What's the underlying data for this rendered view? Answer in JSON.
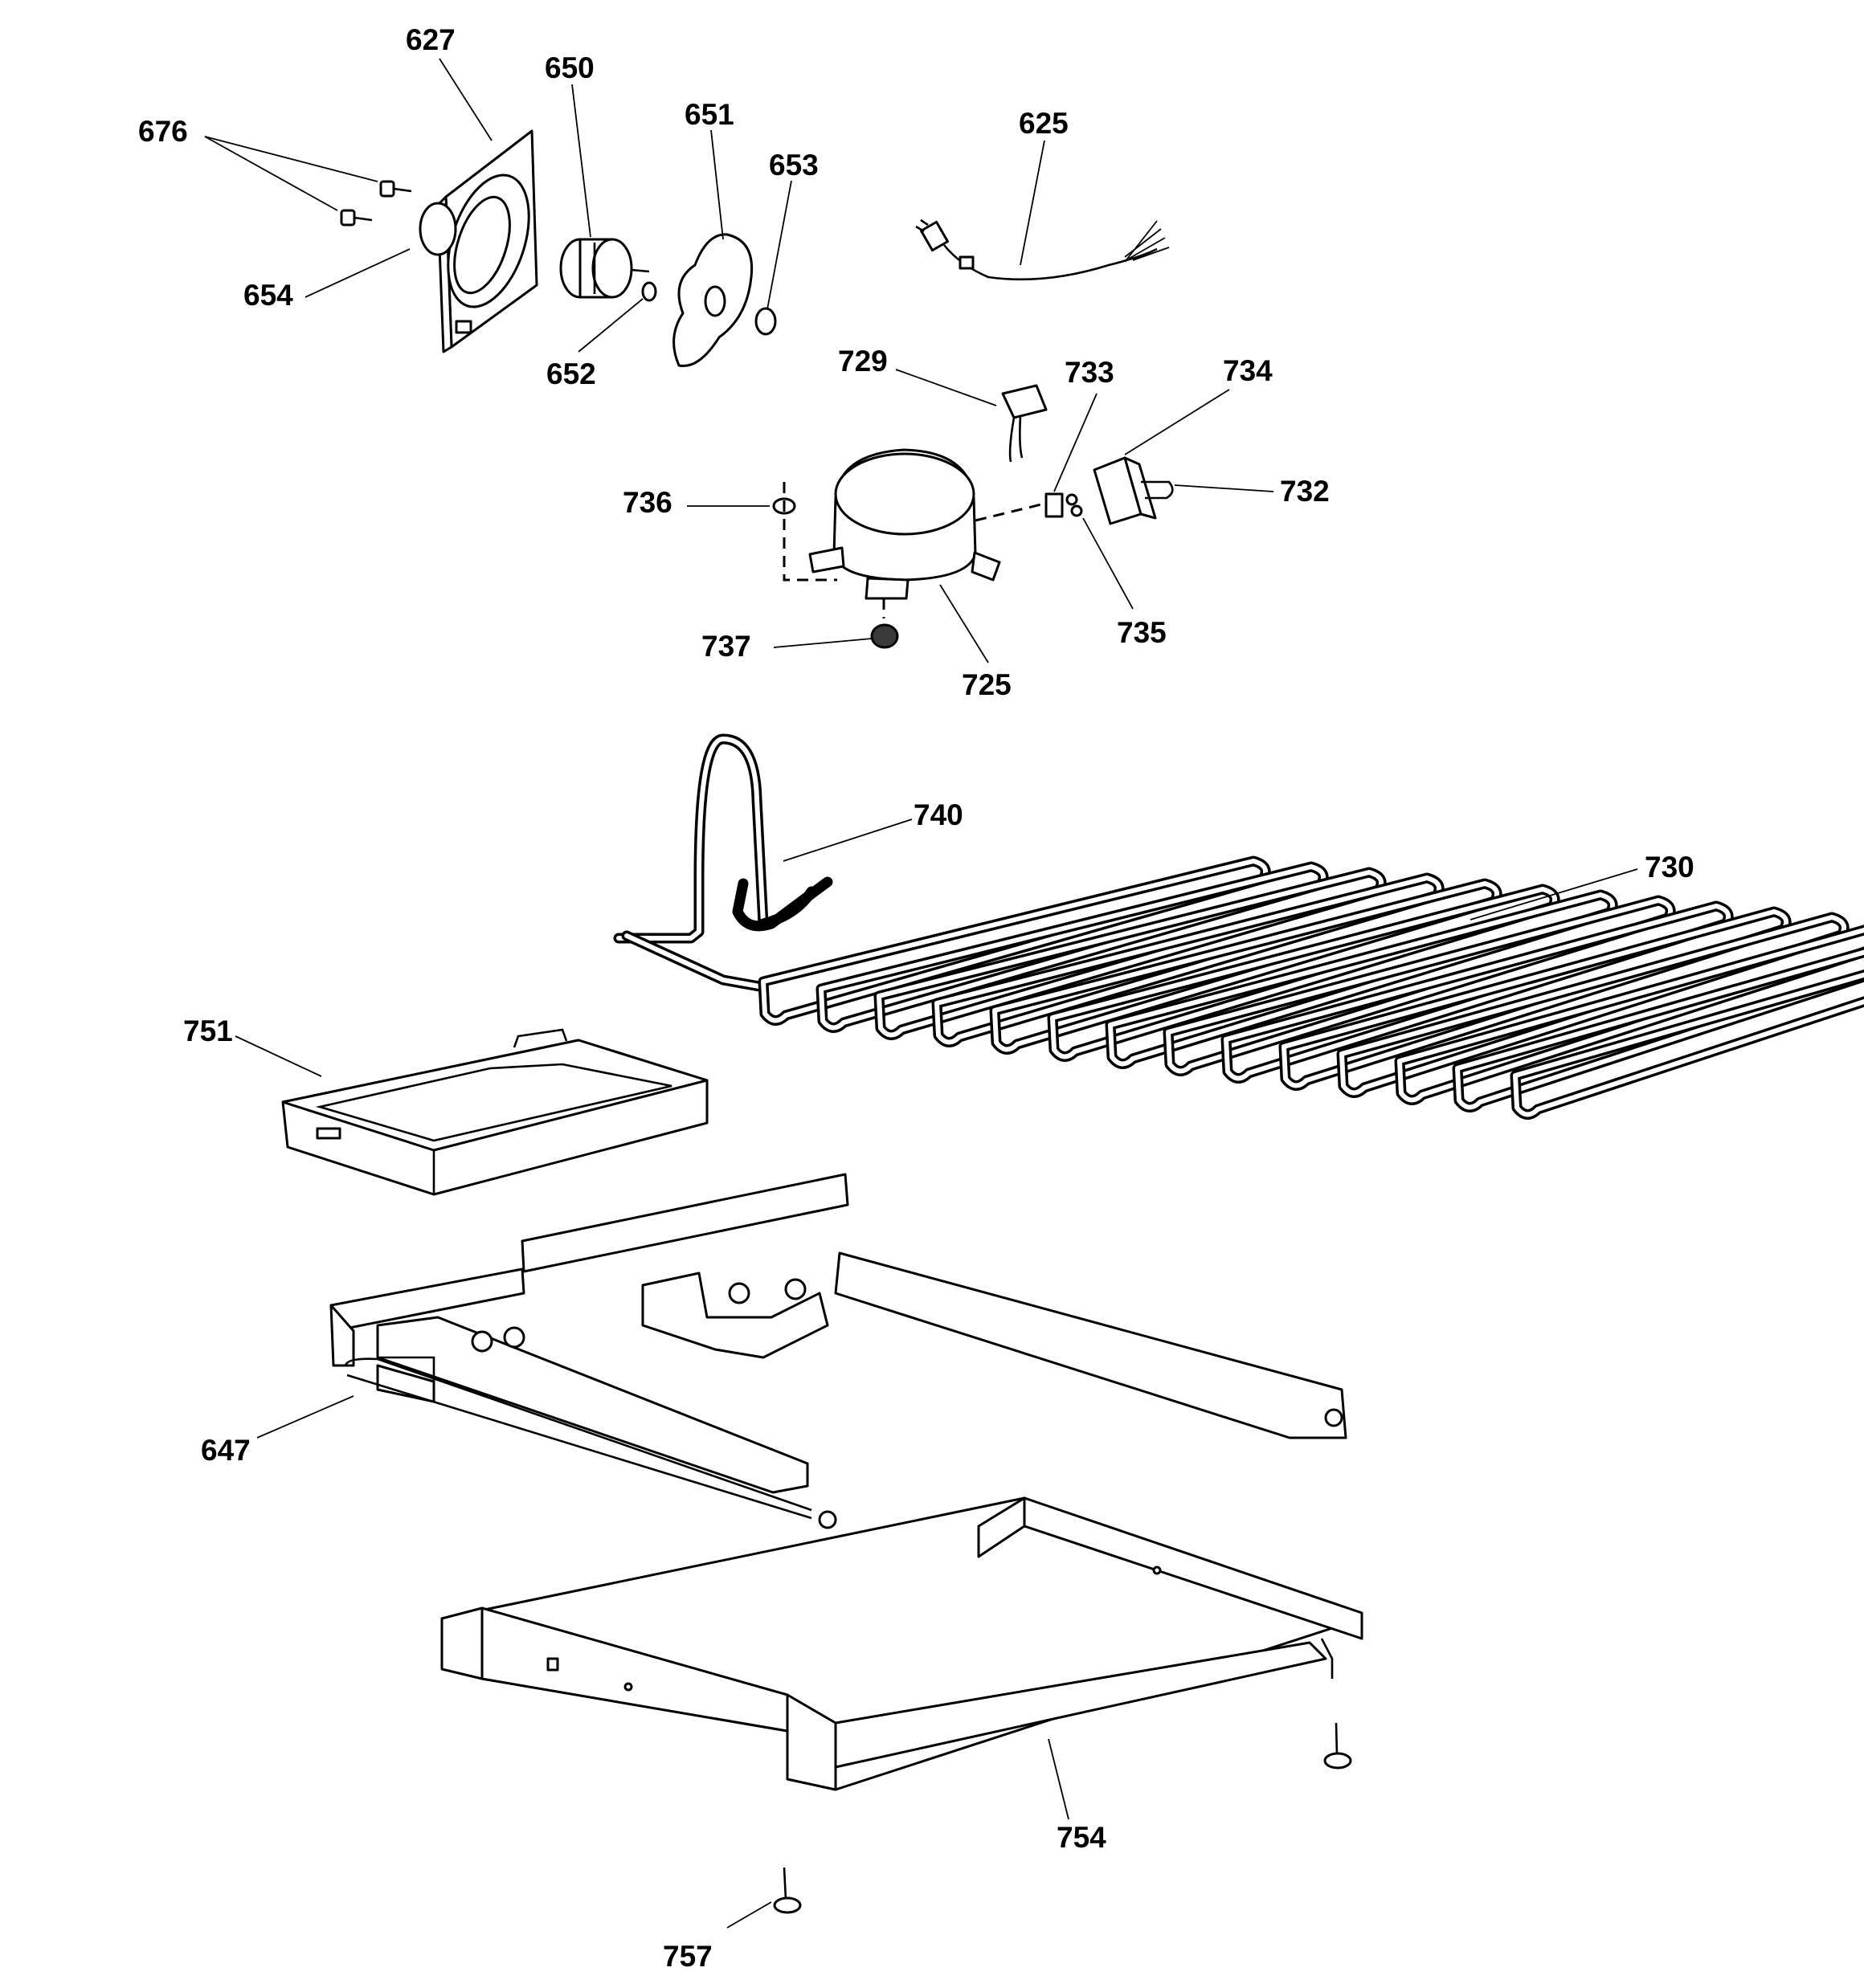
{
  "diagram": {
    "callouts": [
      {
        "id": "627",
        "label": "627"
      },
      {
        "id": "650",
        "label": "650"
      },
      {
        "id": "676",
        "label": "676"
      },
      {
        "id": "651",
        "label": "651"
      },
      {
        "id": "625",
        "label": "625"
      },
      {
        "id": "653",
        "label": "653"
      },
      {
        "id": "654",
        "label": "654"
      },
      {
        "id": "652",
        "label": "652"
      },
      {
        "id": "729",
        "label": "729"
      },
      {
        "id": "733",
        "label": "733"
      },
      {
        "id": "734",
        "label": "734"
      },
      {
        "id": "732",
        "label": "732"
      },
      {
        "id": "736",
        "label": "736"
      },
      {
        "id": "735",
        "label": "735"
      },
      {
        "id": "737",
        "label": "737"
      },
      {
        "id": "725",
        "label": "725"
      },
      {
        "id": "740",
        "label": "740"
      },
      {
        "id": "730",
        "label": "730"
      },
      {
        "id": "751",
        "label": "751"
      },
      {
        "id": "647",
        "label": "647"
      },
      {
        "id": "754",
        "label": "754"
      },
      {
        "id": "757",
        "label": "757"
      }
    ]
  }
}
